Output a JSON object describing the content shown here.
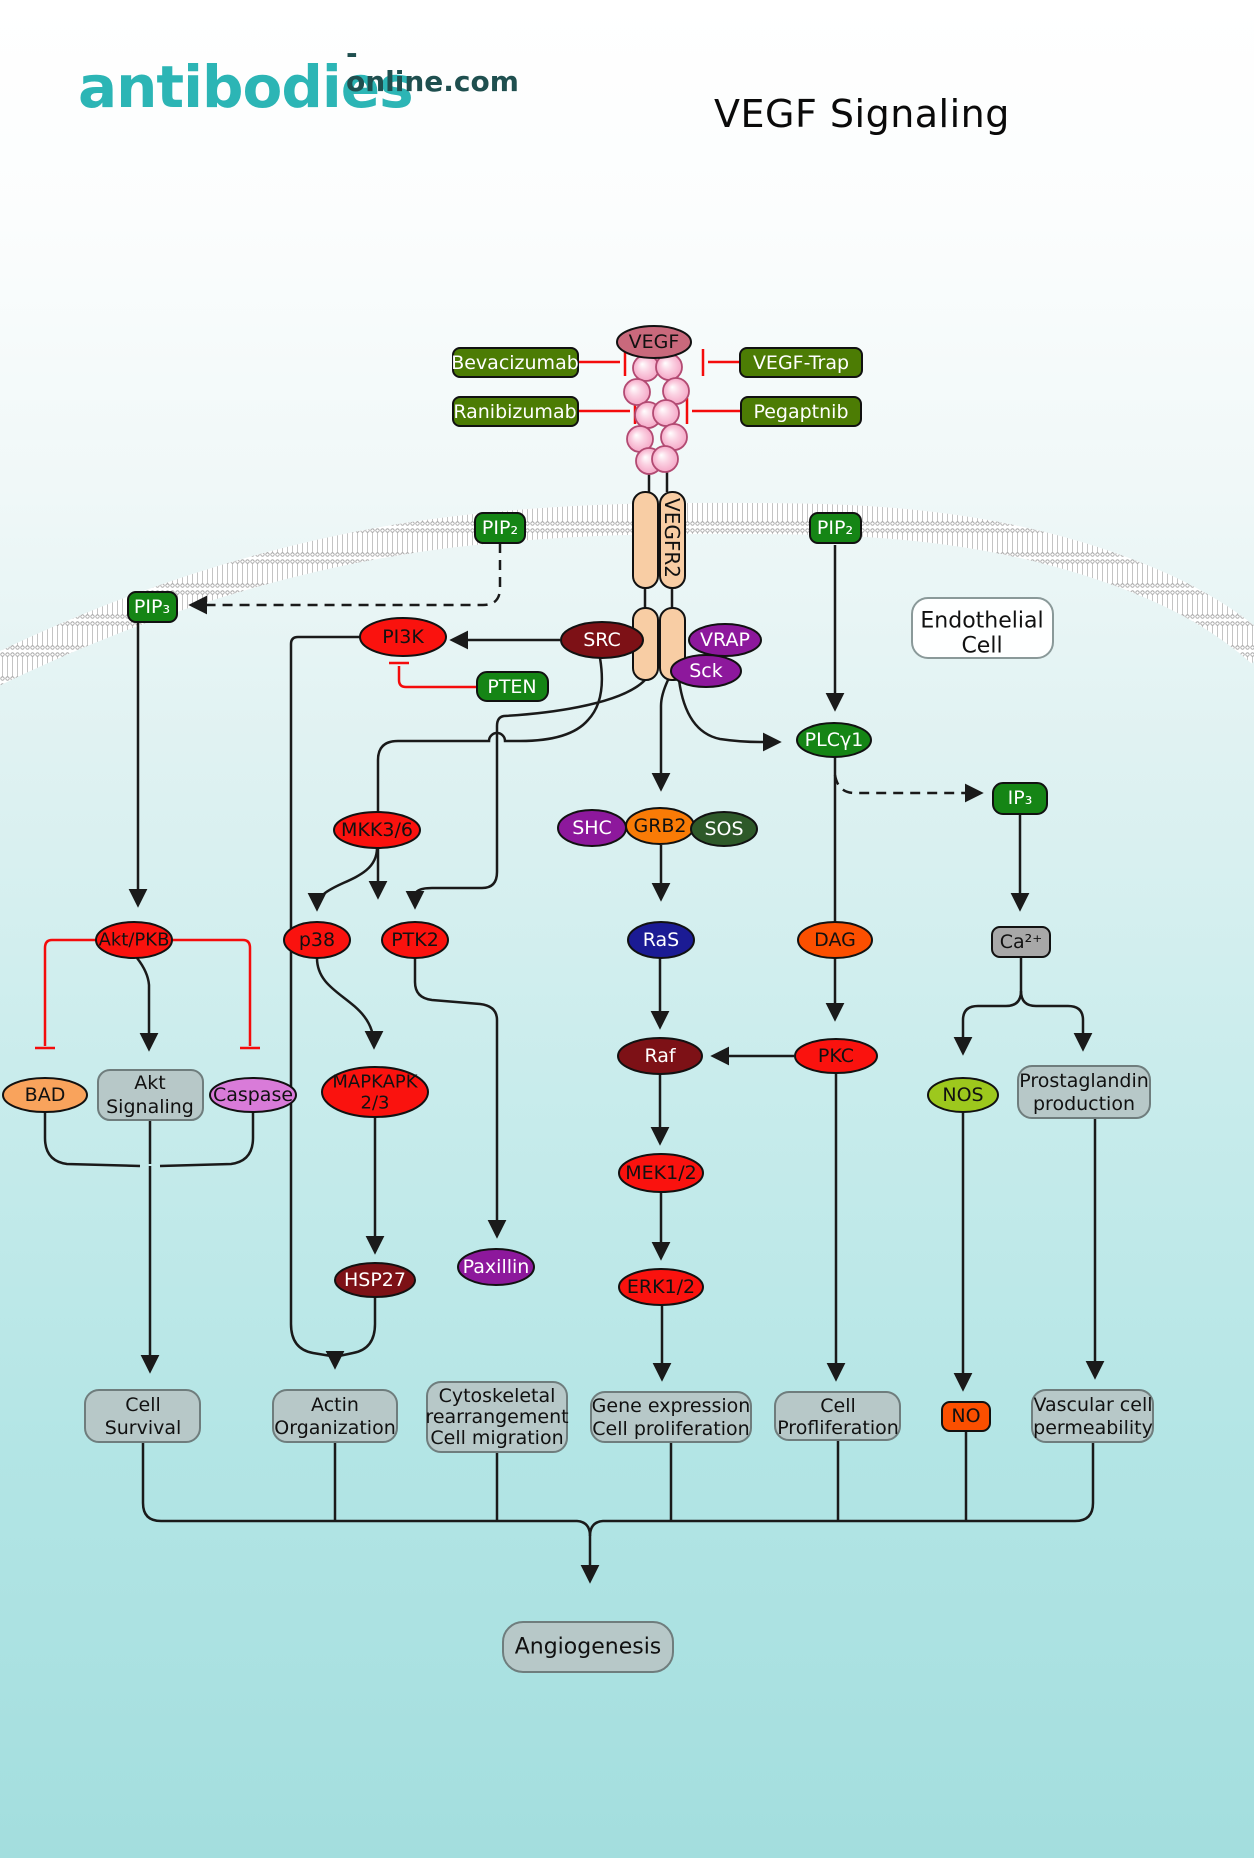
{
  "header": {
    "logo_main": "antibodies",
    "logo_suffix": "-online.com",
    "title": "VEGF Signaling"
  },
  "inhibitors": {
    "bevacizumab": "Bevacizumab",
    "ranibizumab": "Ranibizumab",
    "vegf_trap": "VEGF-Trap",
    "pegaptnib": "Pegaptnib"
  },
  "membrane": {
    "pip2_left": "PIP₂",
    "pip2_right": "PIP₂",
    "pip3": "PIP₃",
    "receptor": "VEGFR2",
    "ligand": "VEGF",
    "cell_line1": "Endothelial",
    "cell_line2": "Cell"
  },
  "nodes": {
    "pi3k": "PI3K",
    "src": "SRC",
    "vrap": "VRAP",
    "sck": "Sck",
    "pten": "PTEN",
    "plcg1": "PLCγ1",
    "mkk36": "MKK3/6",
    "shc": "SHC",
    "grb2": "GRB2",
    "sos": "SOS",
    "ip3": "IP₃",
    "akt": "Akt/PKB",
    "p38": "p38",
    "ptk2": "PTK2",
    "ras": "RaS",
    "dag": "DAG",
    "ca": "Ca²⁺",
    "bad": "BAD",
    "akt_signaling_l1": "Akt",
    "akt_signaling_l2": "Signaling",
    "caspase": "Caspase",
    "mapkapk_l1": "MAPKAPK",
    "mapkapk_l2": "2/3",
    "raf": "Raf",
    "pkc": "PKC",
    "nos": "NOS",
    "prostaglandin_l1": "Prostaglandin",
    "prostaglandin_l2": "production",
    "mek": "MEK1/2",
    "hsp27": "HSP27",
    "paxillin": "Paxillin",
    "erk": "ERK1/2",
    "no": "NO"
  },
  "terminals": {
    "cell_survival_l1": "Cell",
    "cell_survival_l2": "Survival",
    "actin_l1": "Actin",
    "actin_l2": "Organization",
    "cytoskeletal_l1": "Cytoskeletal",
    "cytoskeletal_l2": "rearrangement",
    "cytoskeletal_l3": "Cell migration",
    "gene_l1": "Gene expression",
    "gene_l2": "Cell proliferation",
    "cellprof_l1": "Cell",
    "cellprof_l2": "Profliferation",
    "vascular_l1": "Vascular cell",
    "vascular_l2": "permeability",
    "angiogenesis": "Angiogenesis"
  },
  "colors": {
    "red": "#fa120e",
    "dark_red": "#7d1116",
    "rose": "#c9697c",
    "purple": "#8d189c",
    "orange": "#f97b06",
    "deep_orange": "#fb4f00",
    "salmon": "#f9a35c",
    "orchid": "#d97bd9",
    "navy": "#1b1b94",
    "green": "#158515",
    "olive": "#4c7c04",
    "dark_green": "#2e5929",
    "yellow_green": "#9dc81d",
    "gray": "#a8a8a8",
    "box_fill": "#b7c8c8",
    "box_border": "#6f7d7d",
    "peach": "#f8cda4",
    "accent_teal": "#2cb5b5",
    "dark_teal": "#1f4f4f",
    "inhibit_red": "#f40b0b"
  }
}
